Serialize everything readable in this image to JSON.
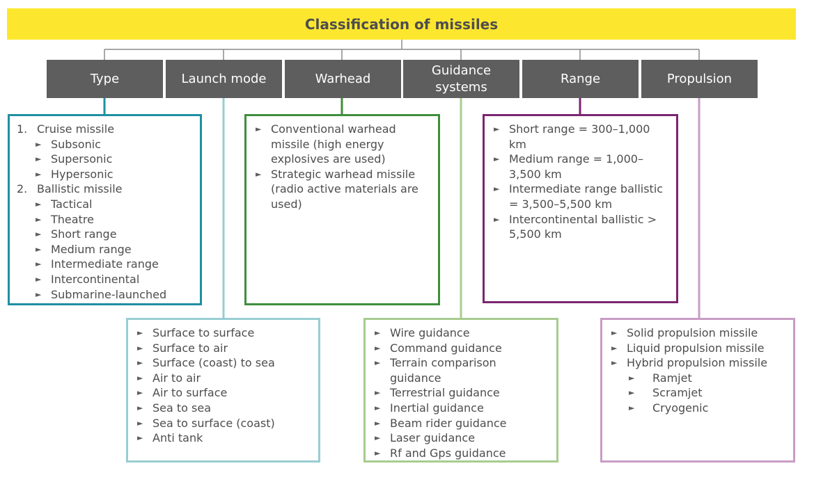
{
  "title": "Classification of missiles",
  "colors": {
    "title_bg": "#fde72e",
    "header_bg": "#5e5e5e",
    "type": "#1f8fa3",
    "launch_mode": "#98cdd3",
    "warhead": "#3f8e3b",
    "guidance": "#a7cc8f",
    "range": "#7b2570",
    "propulsion": "#c99cc4"
  },
  "bullet_icon": "right-pointing-triangle",
  "categories": [
    {
      "label": "Type",
      "items": [
        {
          "num": "1.",
          "text": "Cruise missile",
          "sub": [
            "Subsonic",
            "Supersonic",
            "Hypersonic"
          ]
        },
        {
          "num": "2.",
          "text": "Ballistic missile",
          "sub": [
            "Tactical",
            "Theatre",
            "Short range",
            "Medium range",
            "Intermediate range",
            "Intercontinental",
            "Submarine-launched"
          ]
        }
      ]
    },
    {
      "label": "Launch mode",
      "items": [
        {
          "text": "Surface to surface"
        },
        {
          "text": "Surface to air"
        },
        {
          "text": "Surface (coast) to sea"
        },
        {
          "text": "Air to air"
        },
        {
          "text": "Air to surface"
        },
        {
          "text": "Sea to sea"
        },
        {
          "text": "Sea to surface (coast)"
        },
        {
          "text": "Anti tank"
        }
      ]
    },
    {
      "label": "Warhead",
      "items": [
        {
          "text": "Conventional warhead missile (high energy explosives are used)"
        },
        {
          "text": "Strategic warhead missile (radio active materials are used)"
        }
      ]
    },
    {
      "label": "Guidance systems",
      "items": [
        {
          "text": "Wire guidance"
        },
        {
          "text": "Command guidance"
        },
        {
          "text": "Terrain comparison guidance"
        },
        {
          "text": "Terrestrial guidance"
        },
        {
          "text": "Inertial guidance"
        },
        {
          "text": "Beam rider guidance"
        },
        {
          "text": "Laser guidance"
        },
        {
          "text": "Rf and Gps guidance"
        }
      ]
    },
    {
      "label": "Range",
      "items": [
        {
          "text": "Short range = 300–1,000 km"
        },
        {
          "text": "Medium range = 1,000–3,500 km"
        },
        {
          "text": "Intermediate range ballistic = 3,500–5,500 km"
        },
        {
          "text": "Intercontinental ballistic > 5,500 km"
        }
      ]
    },
    {
      "label": "Propulsion",
      "items": [
        {
          "text": "Solid propulsion missile"
        },
        {
          "text": "Liquid propulsion missile"
        },
        {
          "text": "Hybrid propulsion missile",
          "sub": [
            "Ramjet",
            "Scramjet",
            "Cryogenic"
          ]
        }
      ]
    }
  ]
}
